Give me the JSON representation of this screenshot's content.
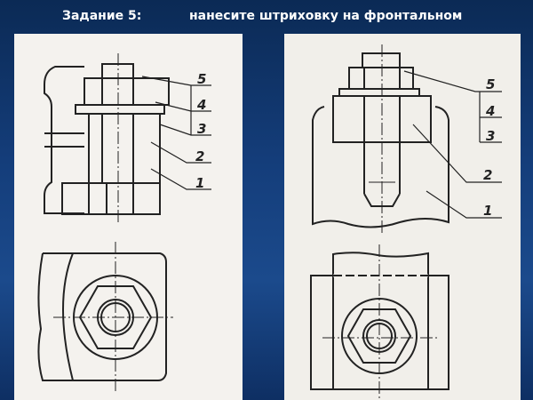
{
  "title": {
    "task": "Задание 5:",
    "instruction": "нанесите штриховку на фронтальном"
  },
  "left_drawing": {
    "labels": [
      "5",
      "4",
      "3",
      "2",
      "1"
    ]
  },
  "right_drawing": {
    "labels": [
      "5",
      "4",
      "3",
      "2",
      "1"
    ]
  },
  "colors": {
    "background": "#143d7a",
    "paper": "#f4f2ee",
    "ink": "#222222"
  }
}
